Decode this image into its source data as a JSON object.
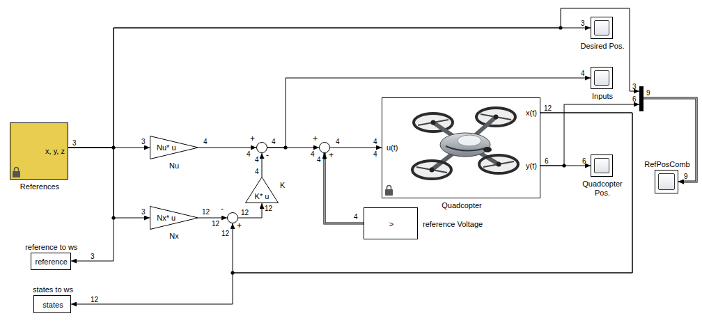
{
  "diagram": {
    "nodes": [
      {
        "text": [
          "Desired Pos."
        ]
      },
      {
        "text": [
          "Inputs"
        ]
      },
      {
        "text": [
          "RefPosComb"
        ]
      },
      {
        "text": [
          "x, y, z",
          "References"
        ]
      },
      {
        "text": [
          "Nu* u",
          "Nu"
        ]
      },
      {
        "text": [
          "+",
          "-"
        ]
      },
      {
        "text": [
          "+",
          "+"
        ]
      },
      {
        "text": [
          "u(t)",
          "x(t)",
          "y(t)",
          "Quadcopter"
        ]
      },
      {
        "text": [
          "Quadcopter Pos."
        ]
      },
      {
        "text": [
          "K* u",
          "K"
        ]
      },
      {
        "text": [
          "reference to ws",
          "reference"
        ]
      },
      {
        "text": [
          "Nx* u",
          "Nx"
        ]
      },
      {
        "text": [
          "-",
          "+"
        ]
      },
      {
        "text": [
          ">",
          "reference Voltage"
        ]
      },
      {
        "text": [
          "states to ws",
          "states"
        ]
      }
    ],
    "edges": [
      {
        "from": 3,
        "to": 0,
        "arrow": "to"
      },
      {
        "from": 3,
        "to": 2,
        "arrow": "to"
      },
      {
        "from": 3,
        "to": 4,
        "arrow": "to"
      },
      {
        "from": 3,
        "to": 11,
        "arrow": "to"
      },
      {
        "from": 3,
        "to": 10,
        "arrow": "to"
      },
      {
        "from": 4,
        "to": 5,
        "arrow": "to"
      },
      {
        "from": 9,
        "to": 5,
        "arrow": "to"
      },
      {
        "from": 5,
        "to": 6,
        "arrow": "to"
      },
      {
        "from": 5,
        "to": 1,
        "arrow": "to"
      },
      {
        "from": 13,
        "to": 6,
        "arrow": "to"
      },
      {
        "from": 6,
        "to": 7,
        "arrow": "to"
      },
      {
        "from": 7,
        "to": 8,
        "arrow": "to"
      },
      {
        "from": 7,
        "to": 2,
        "arrow": "to"
      },
      {
        "from": 7,
        "to": 12,
        "arrow": "to"
      },
      {
        "from": 7,
        "to": 14,
        "arrow": "to"
      },
      {
        "from": 11,
        "to": 12,
        "arrow": "to"
      },
      {
        "from": 12,
        "to": 9,
        "arrow": "to"
      }
    ],
    "labels": [
      "3",
      "4",
      "3",
      "6",
      "9",
      "12",
      "3",
      "3",
      "4",
      "4",
      "4",
      "4",
      "4",
      "4",
      "4",
      "4",
      "4",
      "6",
      "6",
      "9",
      "12",
      "3",
      "12",
      "12",
      "12",
      "4",
      "4",
      "12",
      "3",
      "12"
    ]
  }
}
